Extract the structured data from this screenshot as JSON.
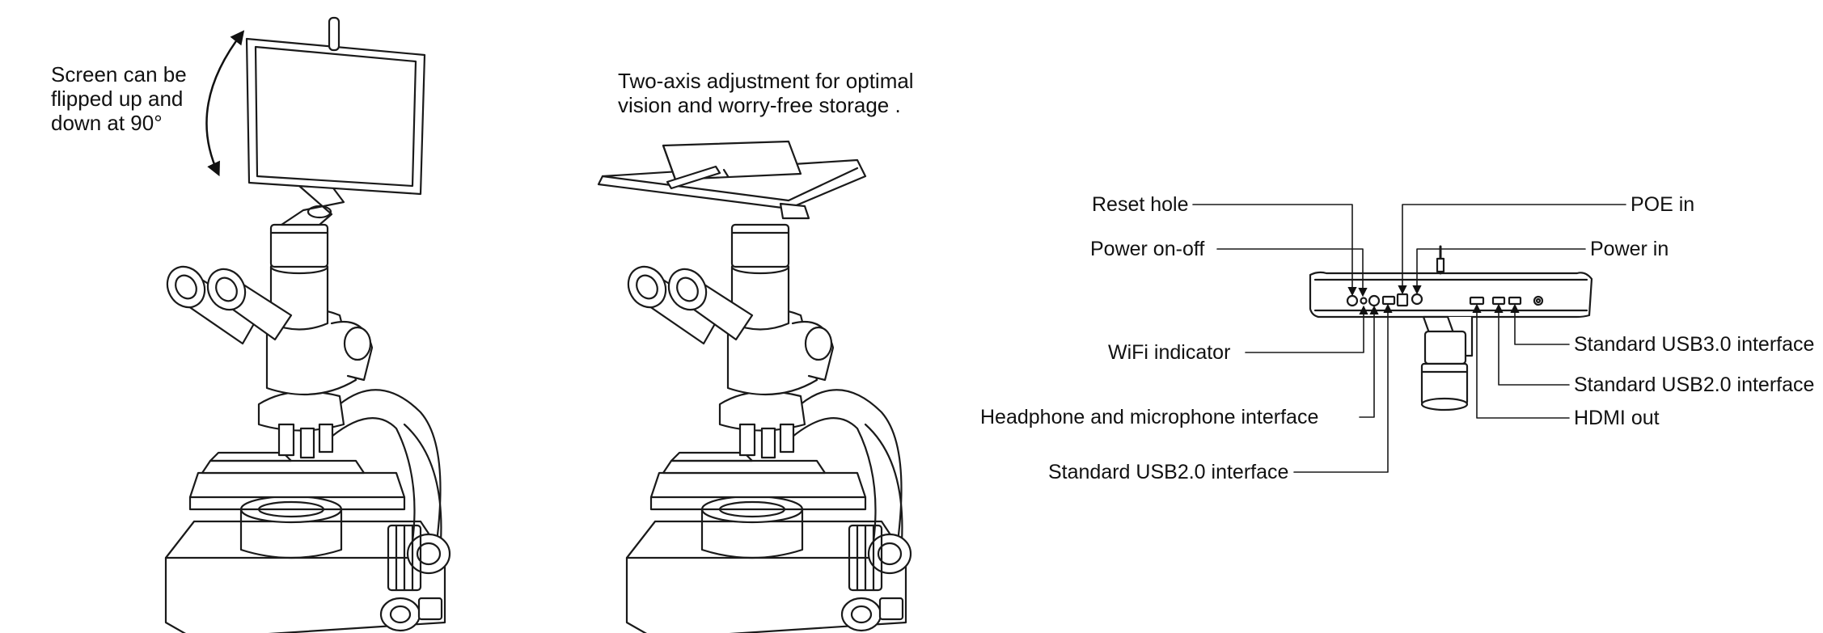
{
  "left_panel": {
    "caption_lines": [
      "Screen can be",
      "flipped up and",
      "down at 90°"
    ]
  },
  "middle_panel": {
    "caption_lines": [
      "Two-axis adjustment for optimal",
      "vision and worry-free storage ."
    ]
  },
  "ports_panel": {
    "callouts": {
      "reset_hole": "Reset hole",
      "power_on_off": "Power on-off",
      "wifi_indicator": "WiFi indicator",
      "headphone_mic": "Headphone and microphone interface",
      "usb2_left": "Standard USB2.0 interface",
      "poe_in": "POE in",
      "power_in": "Power in",
      "usb3": "Standard USB3.0 interface",
      "usb2_right": "Standard USB2.0 interface",
      "hdmi_out": "HDMI out"
    }
  },
  "colors": {
    "line": "#1a1a1a",
    "background": "#ffffff"
  }
}
